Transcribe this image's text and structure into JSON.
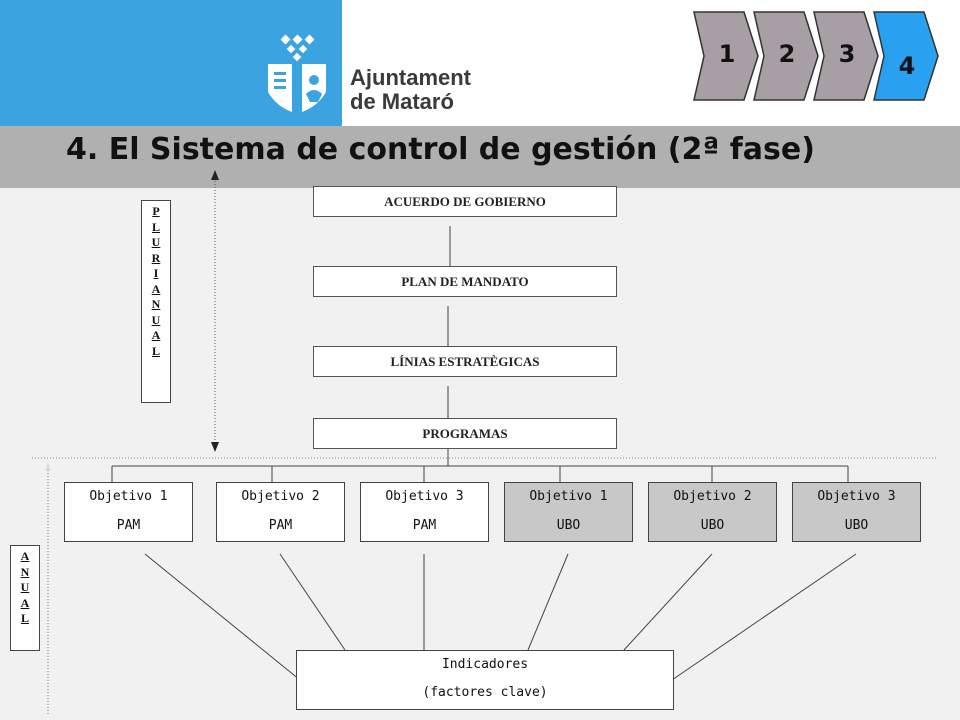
{
  "header": {
    "organization_line1": "Ajuntament",
    "organization_line2": "de Mataró",
    "title": "4. El Sistema de control de gestión (2ª fase)"
  },
  "steps": [
    {
      "label": "1",
      "active": false
    },
    {
      "label": "2",
      "active": false
    },
    {
      "label": "3",
      "active": false
    },
    {
      "label": "4",
      "active": true
    }
  ],
  "colors": {
    "step_inactive": "#a89fa4",
    "step_active": "#2aa0f0",
    "logo_background": "#3ba3e0",
    "title_bar": "#b0b0b0",
    "ubo_objective_fill": "#c8c8c8"
  },
  "hierarchy": [
    "ACUERDO DE GOBIERNO",
    "PLAN DE MANDATO",
    "LÍNIAS ESTRATÈGICAS",
    "PROGRAMAS"
  ],
  "objectives": [
    {
      "line1": "Objetivo 1",
      "line2": "PAM"
    },
    {
      "line1": "Objetivo 2",
      "line2": "PAM"
    },
    {
      "line1": "Objetivo 3",
      "line2": "PAM"
    },
    {
      "line1": "Objetivo 1",
      "line2": "UBO"
    },
    {
      "line1": "Objetivo 2",
      "line2": "UBO"
    },
    {
      "line1": "Objetivo 3",
      "line2": "UBO"
    }
  ],
  "indicators": {
    "line1": "Indicadores",
    "line2": "(factores clave)"
  },
  "side_labels": {
    "plurianual": [
      "P",
      "L",
      "U",
      "R",
      "I",
      "A",
      "N",
      "U",
      "A",
      "L"
    ],
    "anual": [
      "A",
      "N",
      "U",
      "A",
      "L"
    ]
  }
}
